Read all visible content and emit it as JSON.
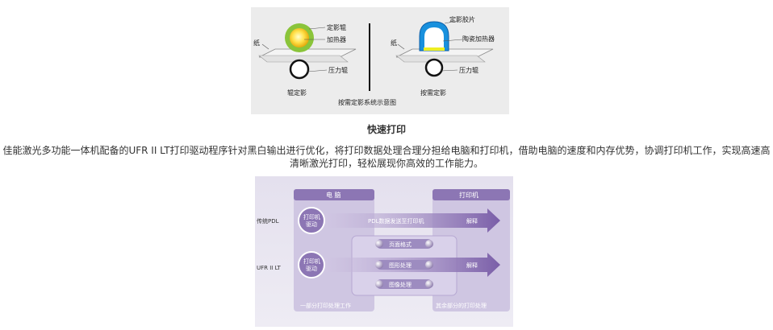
{
  "figure1": {
    "label_fuser_roller": "定影辊",
    "label_heater": "加热器",
    "label_paper_left": "纸",
    "label_pressure_roller_left": "压力辊",
    "caption_left": "辊定影",
    "label_fuser_film": "定影胶片",
    "label_ceramic_heater": "陶瓷加热器",
    "label_paper_right": "纸",
    "label_pressure_roller_right": "压力辊",
    "caption_right": "按需定影",
    "caption": "按需定影系统示意图"
  },
  "section": {
    "title": "快速打印",
    "body": "佳能激光多功能一体机配备的UFR II LT打印驱动程序针对黑白输出进行优化，将打印数据处理合理分担给电脑和打印机，借助电脑的速度和内存优势，协调打印机工作，实现高速高清晰激光打印，轻松展现你高效的工作能力。"
  },
  "figure2": {
    "header_pc": "电 脑",
    "header_printer": "打印机",
    "row1_label": "传统PDL",
    "row2_label": "UFR II LT",
    "driver_line1": "打印机",
    "driver_line2": "驱动",
    "arrow1_text": "PDL数据发送至打印机",
    "interpret": "解释",
    "step1": "页面格式",
    "step2": "图形处理",
    "step3": "图像处理",
    "footer_pc": "一部分打印处理工作",
    "footer_printer": "其余部分的打印处理"
  }
}
